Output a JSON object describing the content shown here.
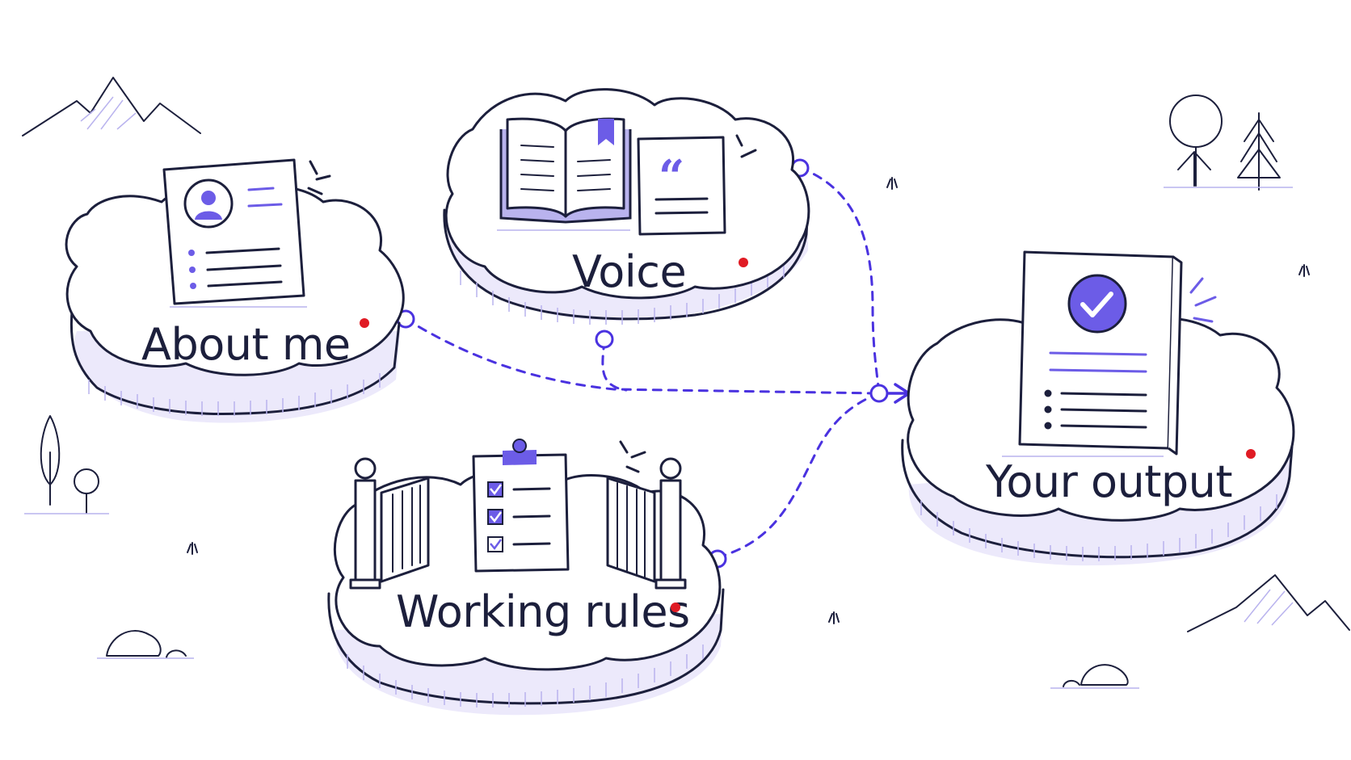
{
  "diagram": {
    "islands": [
      {
        "id": "about",
        "label": "About me",
        "icon": "profile-card-icon"
      },
      {
        "id": "voice",
        "label": "Voice",
        "icon": "open-book-and-quote-card-icon"
      },
      {
        "id": "rules",
        "label": "Working rules",
        "icon": "checklist-clipboard-with-gates-icon"
      },
      {
        "id": "output",
        "label": "Your output",
        "icon": "approved-document-icon"
      }
    ],
    "connections": [
      {
        "from": "about",
        "to": "output"
      },
      {
        "from": "voice",
        "to": "output"
      },
      {
        "from": "rules",
        "to": "output"
      }
    ],
    "colors": {
      "ink": "#1c1f3c",
      "accent": "#6c5ce7",
      "flow": "#4a32e0",
      "marker_dot": "#e01b24",
      "hatch": "#b9b3ee"
    }
  }
}
